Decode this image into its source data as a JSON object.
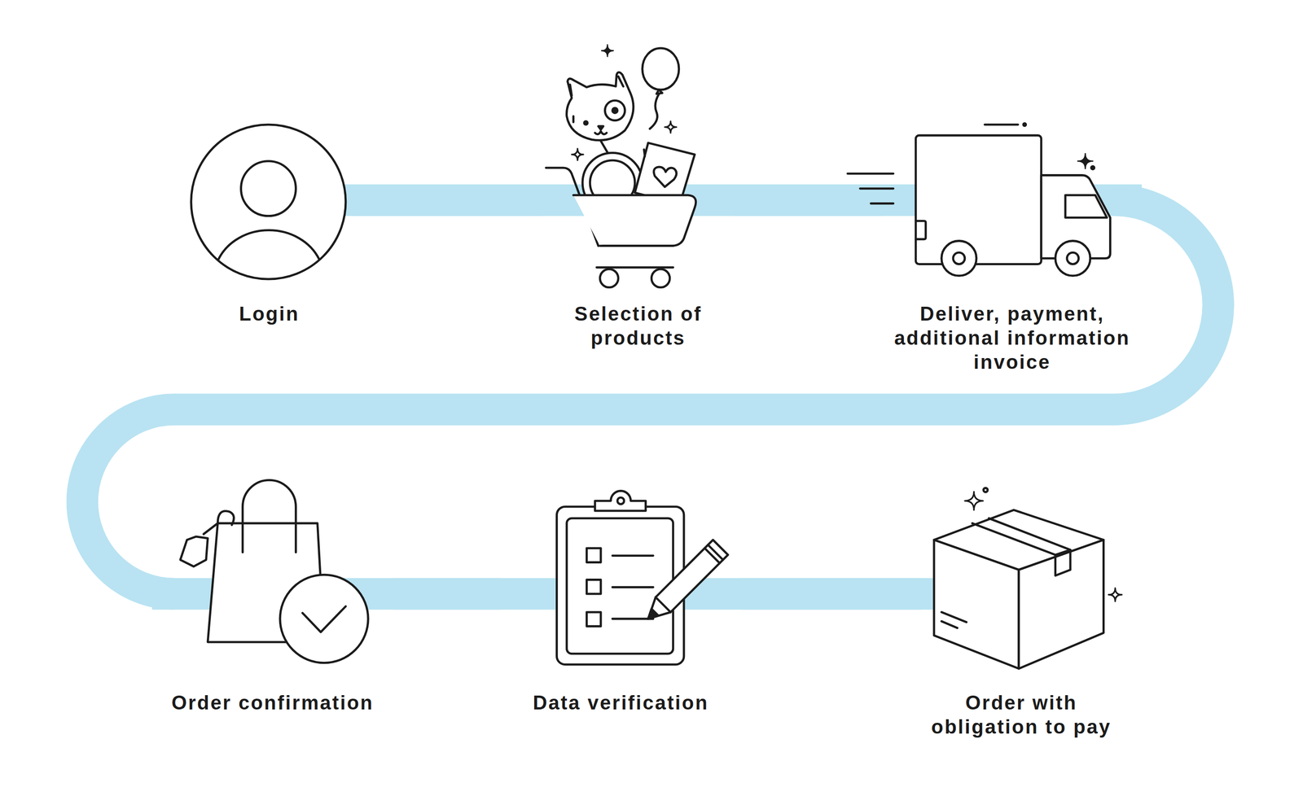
{
  "diagram": {
    "nodes": [
      {
        "text": [
          "Login"
        ]
      },
      {
        "text": [
          "Selection of products"
        ]
      },
      {
        "text": [
          "Deliver, payment, additional information invoice"
        ]
      },
      {
        "text": [
          "Order confirmation"
        ]
      },
      {
        "text": [
          "Data verification"
        ]
      },
      {
        "text": [
          "Order with obligation to pay"
        ]
      }
    ],
    "edges": [
      {
        "from": 0,
        "to": 1,
        "arrow": "none"
      },
      {
        "from": 1,
        "to": 2,
        "arrow": "none"
      },
      {
        "from": 2,
        "to": 3,
        "arrow": "none"
      },
      {
        "from": 3,
        "to": 4,
        "arrow": "none"
      },
      {
        "from": 4,
        "to": 5,
        "arrow": "none"
      }
    ]
  }
}
